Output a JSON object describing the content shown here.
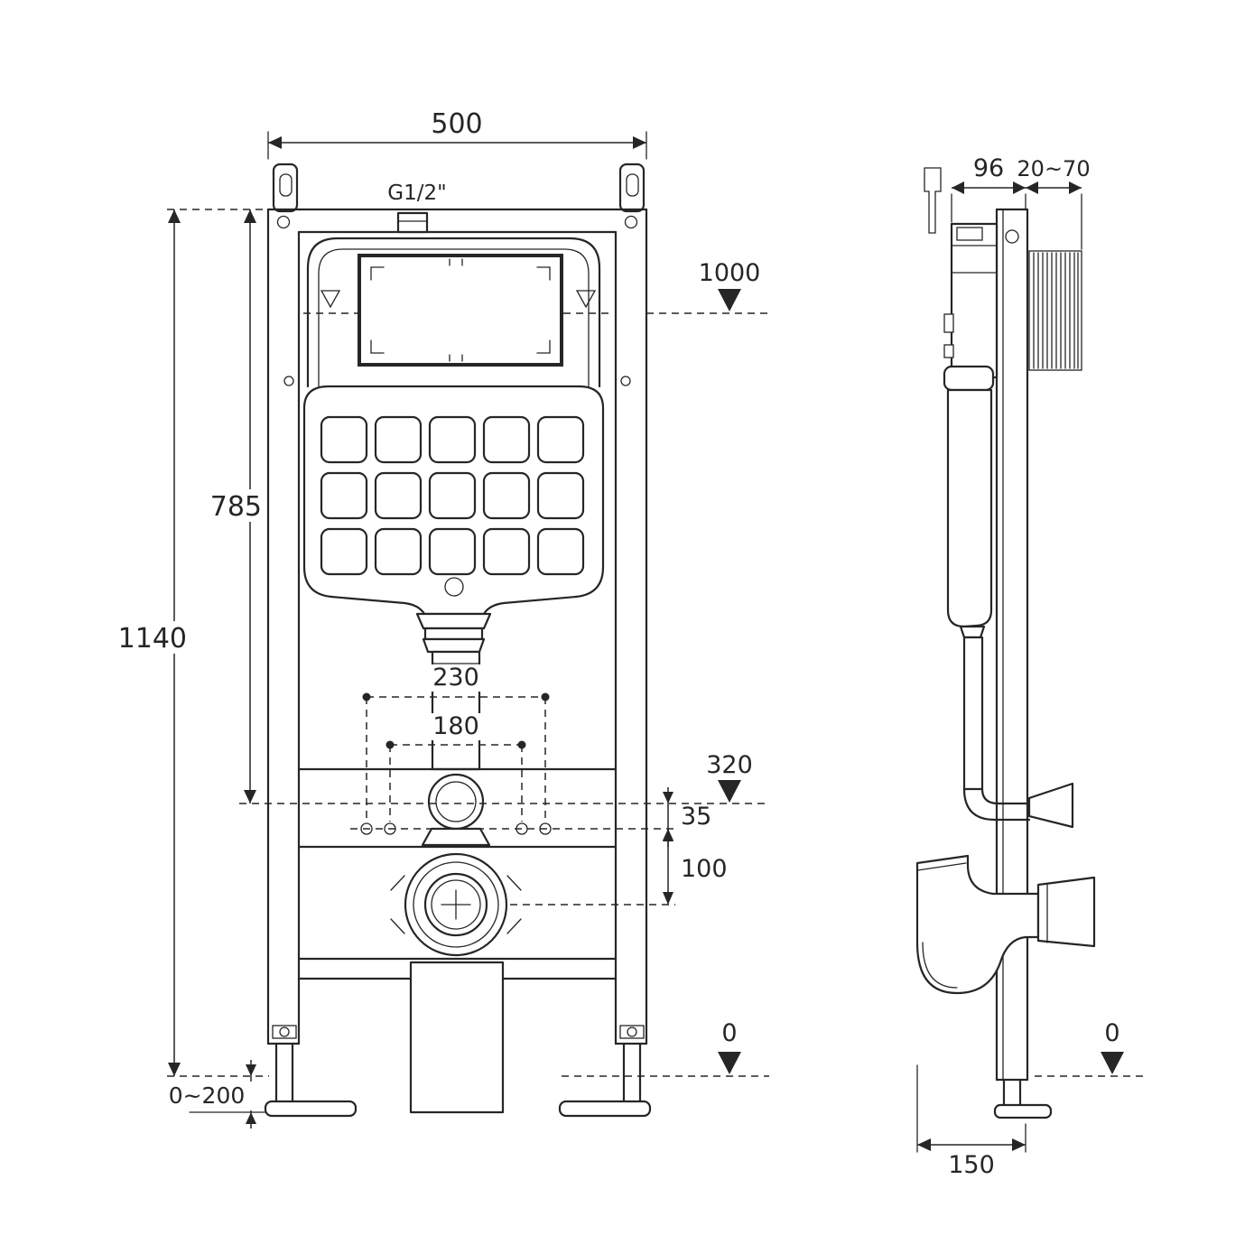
{
  "meta": {
    "title": "Concealed cistern WC frame installation drawing",
    "background": "#ffffff",
    "line_color": "#262626"
  },
  "front": {
    "dim_width": "500",
    "inlet_thread": "G1/2\"",
    "level_1000": "1000",
    "dim_height_total": "1140",
    "dim_height_cistern": "785",
    "dim_230": "230",
    "dim_180": "180",
    "level_320": "320",
    "dim_35": "35",
    "dim_100": "100",
    "level_0": "0",
    "dim_foot_adjust": "0~200"
  },
  "side": {
    "dim_96": "96",
    "dim_wall_offset": "20~70",
    "level_0": "0",
    "dim_depth": "150"
  }
}
